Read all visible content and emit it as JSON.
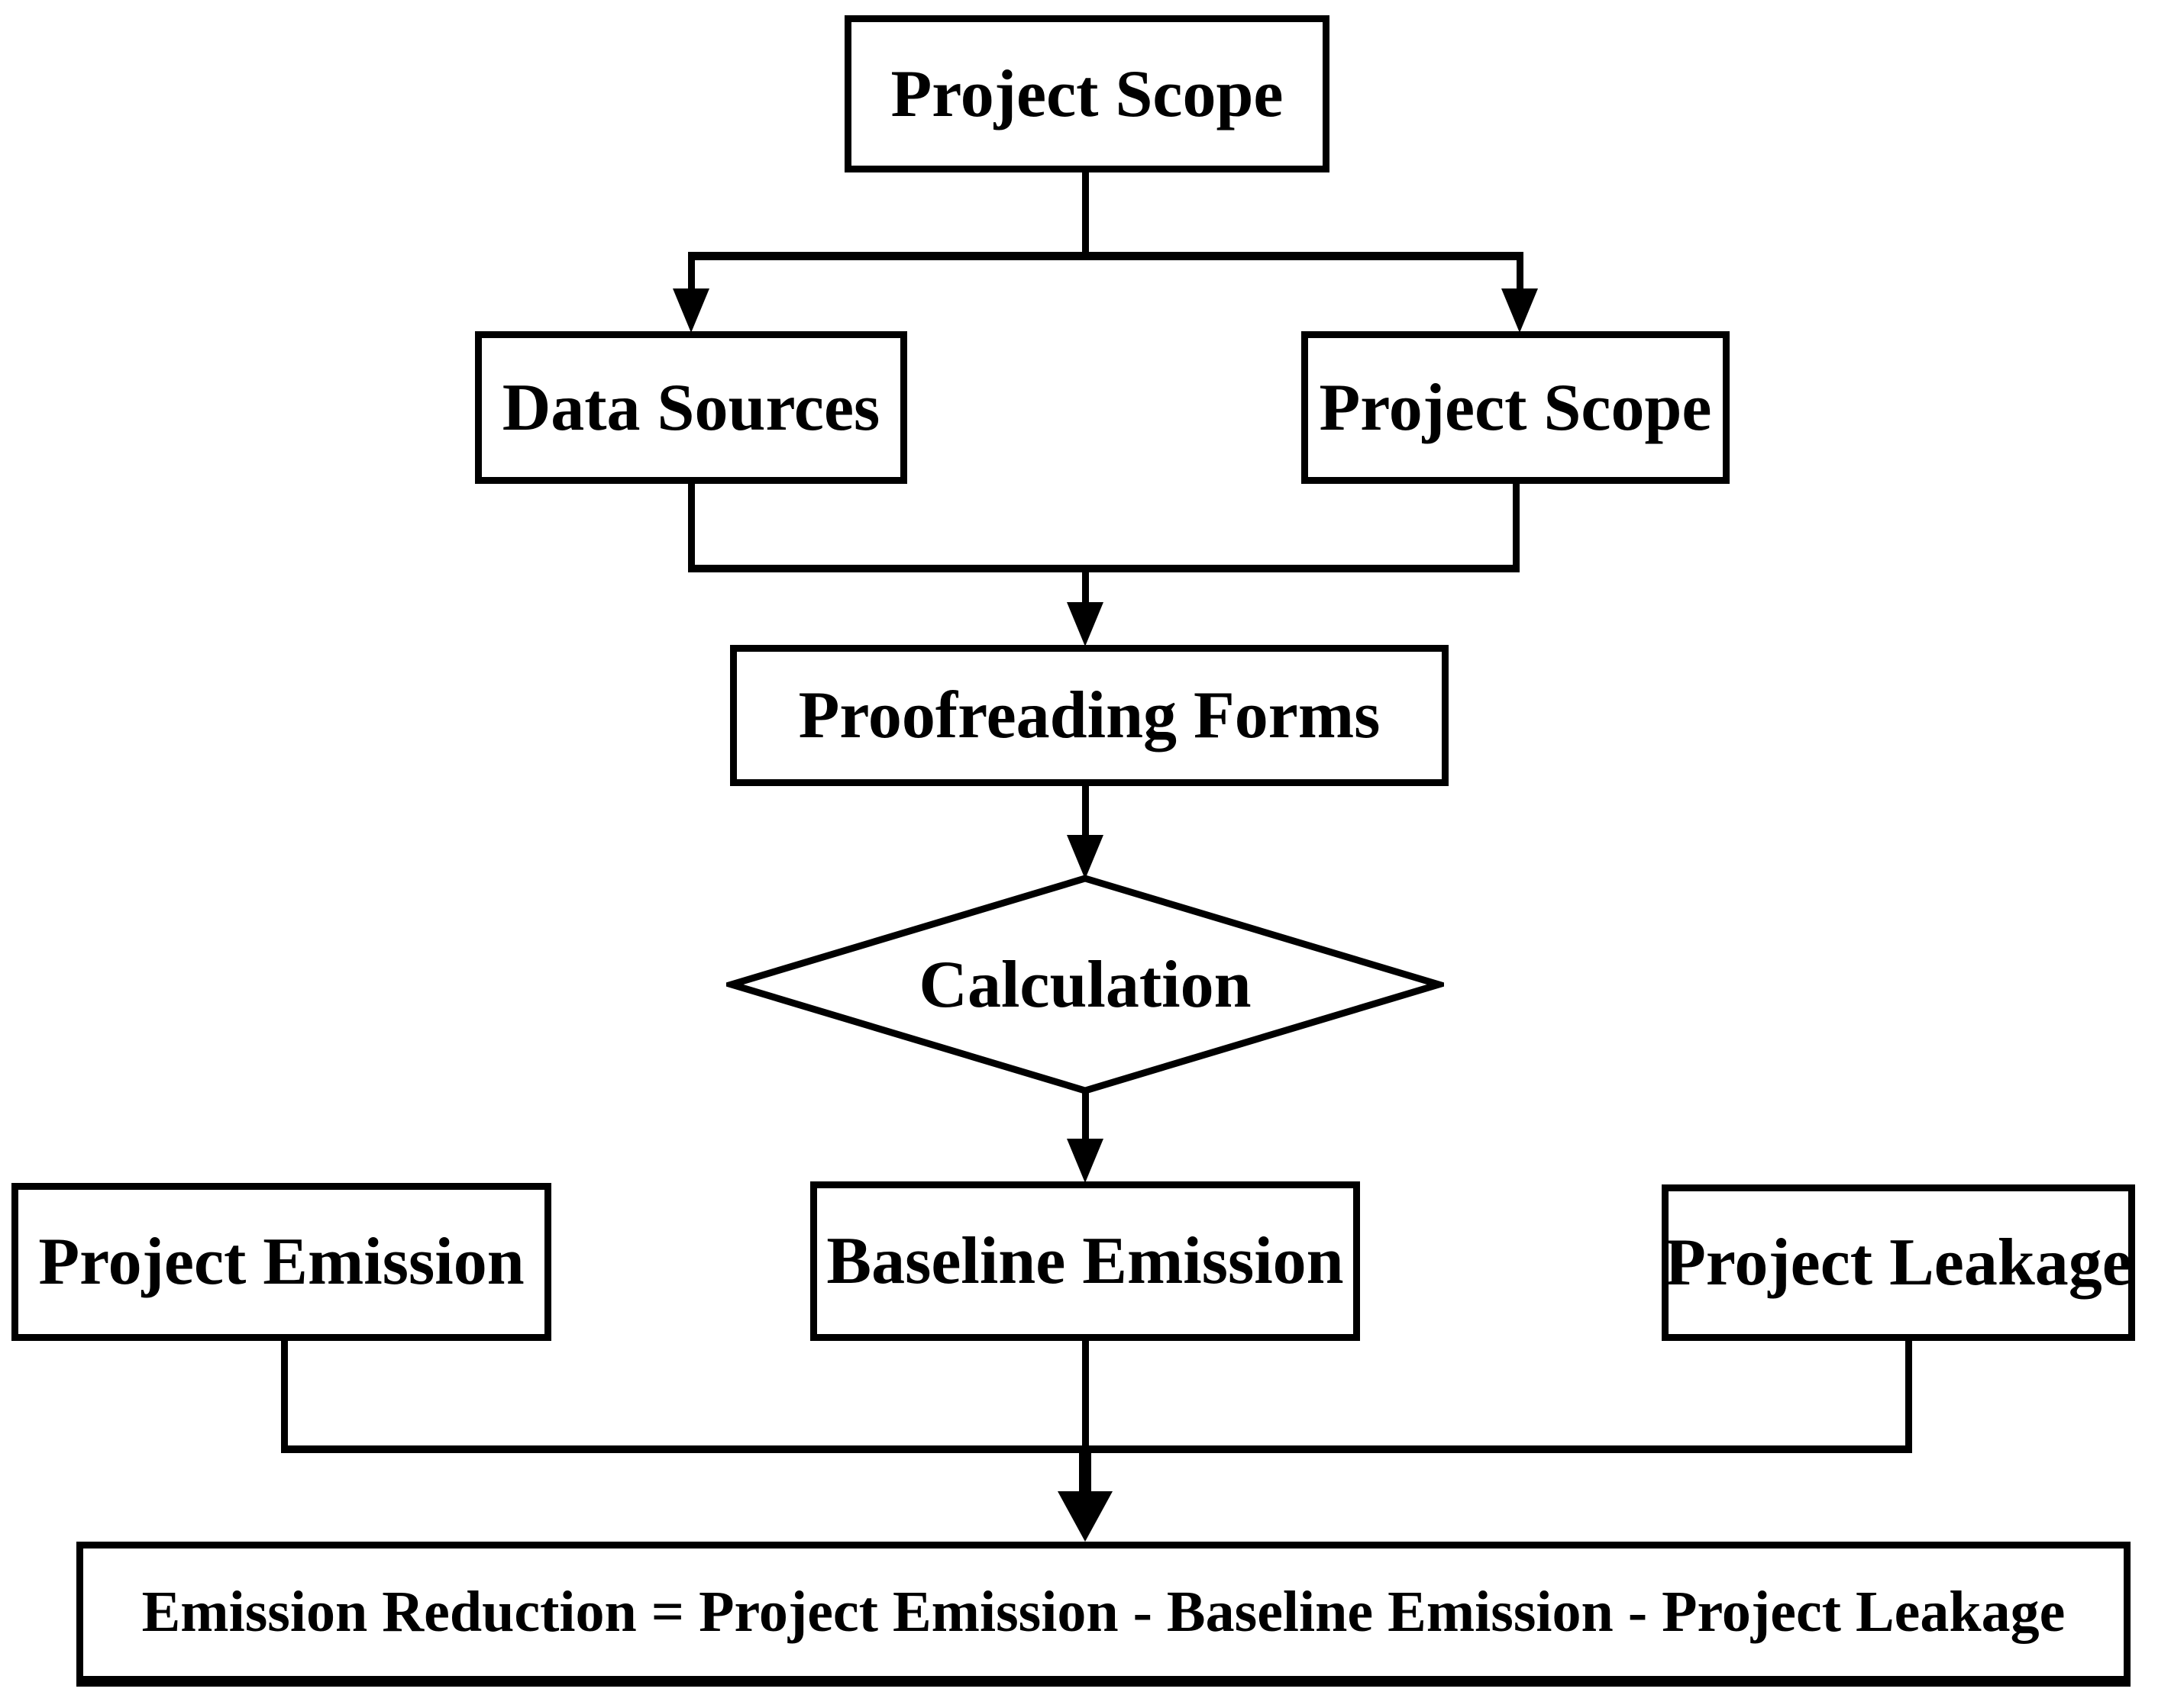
{
  "diagram": {
    "type": "flowchart",
    "title": "Emission reduction calculation workflow",
    "colors": {
      "stroke": "#000000",
      "fill": "#ffffff",
      "background": "#ffffff",
      "text": "#000000"
    },
    "nodes": {
      "project_scope_top": {
        "label": "Project Scope",
        "shape": "rectangle"
      },
      "data_sources": {
        "label": "Data Sources",
        "shape": "rectangle"
      },
      "project_scope_right": {
        "label": "Project Scope",
        "shape": "rectangle"
      },
      "proofreading_forms": {
        "label": "Proofreading Forms",
        "shape": "rectangle"
      },
      "calculation": {
        "label": "Calculation",
        "shape": "diamond"
      },
      "project_emission": {
        "label": "Project Emission",
        "shape": "rectangle"
      },
      "baseline_emission": {
        "label": "Baseline Emission",
        "shape": "rectangle"
      },
      "project_leakage": {
        "label": "Project Leakage",
        "shape": "rectangle"
      },
      "emission_reduction_formula": {
        "label": "Emission Reduction = Project Emission - Baseline Emission - Project Leakage",
        "shape": "rectangle"
      }
    },
    "edges": [
      {
        "from": "project_scope_top",
        "to": "data_sources",
        "arrow": true
      },
      {
        "from": "project_scope_top",
        "to": "project_scope_right",
        "arrow": true
      },
      {
        "from": "data_sources",
        "to": "proofreading_forms",
        "arrow": true
      },
      {
        "from": "project_scope_right",
        "to": "proofreading_forms",
        "arrow": true
      },
      {
        "from": "proofreading_forms",
        "to": "calculation",
        "arrow": true
      },
      {
        "from": "calculation",
        "to": "baseline_emission",
        "arrow": true
      },
      {
        "from": "project_emission",
        "to": "emission_reduction_formula",
        "arrow": true
      },
      {
        "from": "baseline_emission",
        "to": "emission_reduction_formula",
        "arrow": true
      },
      {
        "from": "project_leakage",
        "to": "emission_reduction_formula",
        "arrow": true
      }
    ]
  }
}
